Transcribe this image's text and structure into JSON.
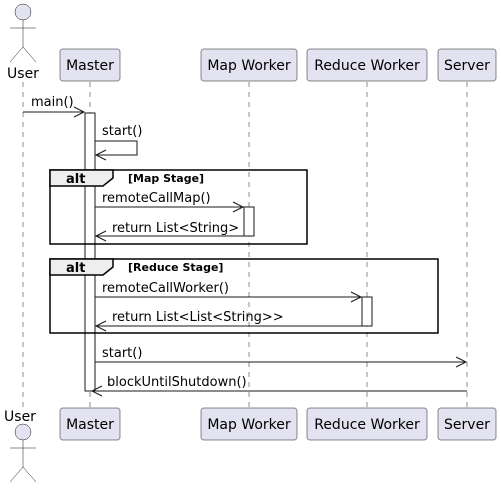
{
  "participants": {
    "user": "User",
    "master": "Master",
    "map_worker": "Map Worker",
    "reduce_worker": "Reduce Worker",
    "server": "Server"
  },
  "messages": {
    "main": "main()",
    "start_self": "start()",
    "remote_call_map": "remoteCallMap()",
    "return_map": "return List<String>",
    "remote_call_worker": "remoteCallWorker()",
    "return_reduce": "return List<List<String>>",
    "start_server": "start()",
    "block_until_shutdown": "blockUntilShutdown()"
  },
  "frames": {
    "map": {
      "keyword": "alt",
      "condition": "[Map Stage]"
    },
    "reduce": {
      "keyword": "alt",
      "condition": "[Reduce Stage]"
    }
  }
}
